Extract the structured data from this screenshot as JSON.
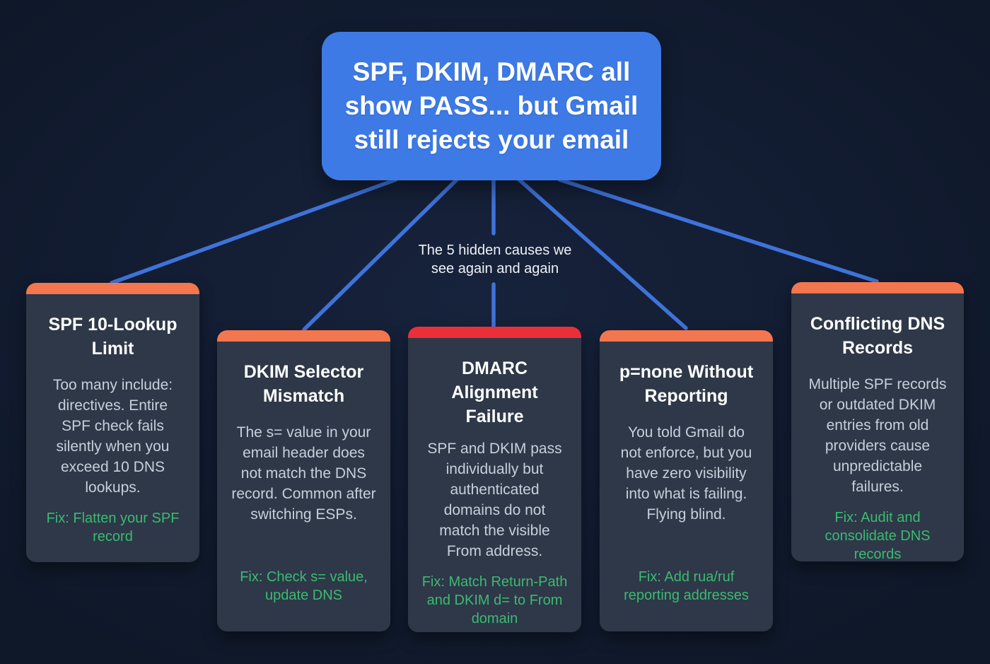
{
  "colors": {
    "background": "#131e33",
    "connector": "#3e73da",
    "node_blue": "#3d7ae6",
    "card_bg": "#2e3848",
    "accent_orange": "#f4764e",
    "accent_red": "#ea2f39",
    "body_text": "#c8cfdb",
    "fix_green": "#3cba72"
  },
  "root_node": {
    "title": "SPF, DKIM, DMARC all\nshow PASS... but Gmail\nstill rejects your email"
  },
  "caption": {
    "text": "The 5 hidden causes we\nsee again and again"
  },
  "cards": [
    {
      "accent": "#f4764e",
      "title": "SPF 10-Lookup\nLimit",
      "body": "Too many include:\ndirectives. Entire\nSPF check fails\nsilently when you\nexceed 10 DNS\nlookups.",
      "fix": "Fix: Flatten your SPF\nrecord"
    },
    {
      "accent": "#f4764e",
      "title": "DKIM Selector\nMismatch",
      "body": "The s= value in your\nemail header does\nnot match the DNS\nrecord. Common after\nswitching ESPs.",
      "fix": "Fix: Check s= value,\nupdate DNS"
    },
    {
      "accent": "#ea2f39",
      "title": "DMARC\nAlignment\nFailure",
      "body": "SPF and DKIM pass\nindividually but\nauthenticated\ndomains do not\nmatch the visible\nFrom address.",
      "fix": "Fix: Match Return-Path\nand DKIM d= to From\ndomain"
    },
    {
      "accent": "#f4764e",
      "title": "p=none Without\nReporting",
      "body": "You told Gmail do\nnot enforce, but you\nhave zero visibility\ninto what is failing.\nFlying blind.",
      "fix": "Fix: Add rua/ruf\nreporting addresses"
    },
    {
      "accent": "#f4764e",
      "title": "Conflicting DNS\nRecords",
      "body": "Multiple SPF records\nor outdated DKIM\nentries from old\nproviders cause\nunpredictable\nfailures.",
      "fix": "Fix: Audit and\nconsolidate DNS records"
    }
  ]
}
